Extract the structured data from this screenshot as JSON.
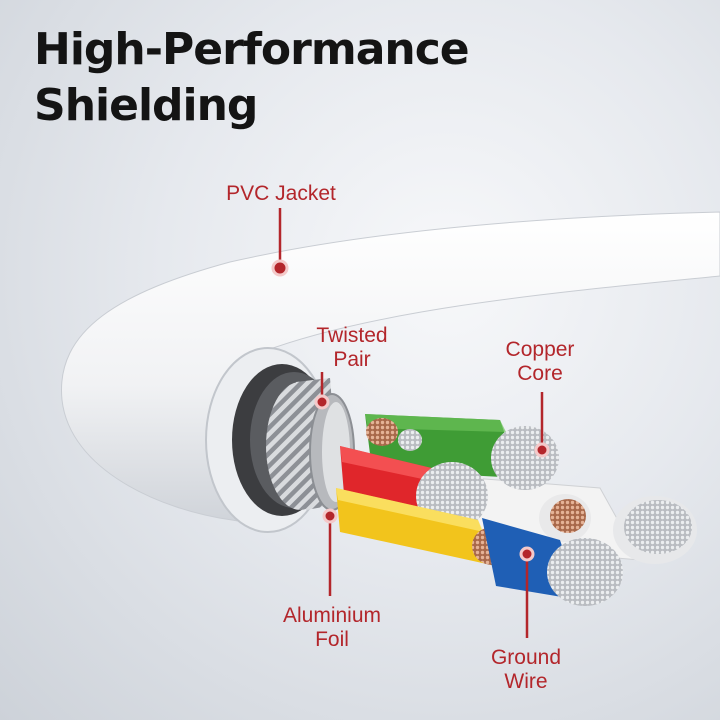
{
  "title": {
    "line1": "High-Performance",
    "line2": "Shielding"
  },
  "callouts": {
    "pvc_jacket": {
      "text": "PVC Jacket"
    },
    "twisted_pair": {
      "line1": "Twisted",
      "line2": "Pair"
    },
    "copper_core": {
      "line1": "Copper",
      "line2": "Core"
    },
    "aluminium_foil": {
      "line1": "Aluminium",
      "line2": "Foil"
    },
    "ground_wire": {
      "line1": "Ground",
      "line2": "Wire"
    }
  },
  "colors": {
    "callout": "#b3262b",
    "title": "#141414",
    "wire_green": "#3f9c35",
    "wire_red": "#e0262b",
    "wire_yellow": "#f2c41c",
    "wire_blue": "#1f5fb5",
    "wire_white": "#f2f2f2",
    "copper": "#c98a68"
  }
}
